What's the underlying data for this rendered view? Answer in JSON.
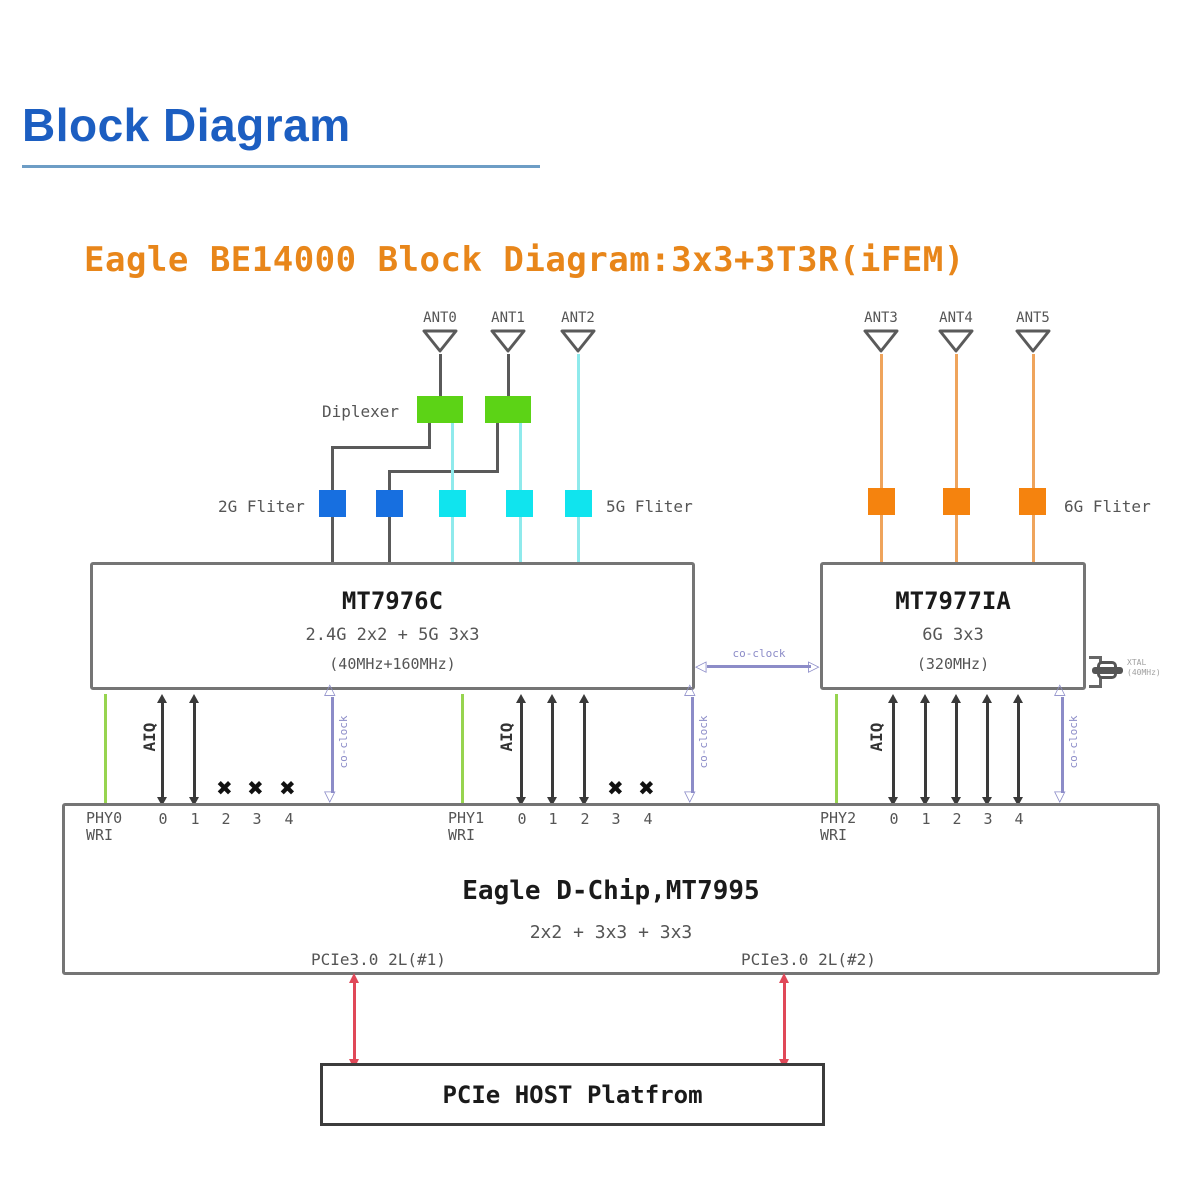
{
  "page": {
    "header": "Block Diagram",
    "subtitle": "Eagle BE14000 Block Diagram:3x3+3T3R(iFEM)"
  },
  "antennas": [
    {
      "label": "ANT0"
    },
    {
      "label": "ANT1"
    },
    {
      "label": "ANT2"
    },
    {
      "label": "ANT3"
    },
    {
      "label": "ANT4"
    },
    {
      "label": "ANT5"
    }
  ],
  "labels": {
    "diplexer": "Diplexer",
    "filter_2g": "2G Fliter",
    "filter_5g": "5G Fliter",
    "filter_6g": "6G Fliter",
    "aiq": "AIQ",
    "co_clock": "co-clock",
    "xtal_line1": "XTAL",
    "xtal_line2": "(40MHz)"
  },
  "chips": {
    "mt7976c": {
      "name": "MT7976C",
      "spec": "2.4G 2x2 + 5G 3x3",
      "bandwidth": "(40MHz+160MHz)"
    },
    "mt7977ia": {
      "name": "MT7977IA",
      "spec": "6G 3x3",
      "bandwidth": "(320MHz)"
    },
    "dchip": {
      "name": "Eagle D-Chip,MT7995",
      "spec": "2x2 + 3x3 + 3x3",
      "pcie1": "PCIe3.0 2L(#1)",
      "pcie2": "PCIe3.0 2L(#2)"
    },
    "host": {
      "name": "PCIe HOST Platfrom"
    }
  },
  "phy_groups": [
    {
      "name": "PHY0",
      "iface": "WRI",
      "ports": [
        "0",
        "1",
        "2",
        "3",
        "4"
      ]
    },
    {
      "name": "PHY1",
      "iface": "WRI",
      "ports": [
        "0",
        "1",
        "2",
        "3",
        "4"
      ]
    },
    {
      "name": "PHY2",
      "iface": "WRI",
      "ports": [
        "0",
        "1",
        "2",
        "3",
        "4"
      ]
    }
  ],
  "colors": {
    "header_blue": "#1c5ec1",
    "title_orange": "#e8861a",
    "diplexer_green": "#5cd316",
    "filter_2g_blue": "#176fe0",
    "filter_5g_cyan": "#10e4ee",
    "filter_6g_orange": "#f5830e",
    "line_cyan": "#8feaec",
    "line_orange": "#efa45c",
    "line_green": "#97d44f",
    "co_clock_purple": "#8c8cc8",
    "pcie_red": "#e04858",
    "line_dark": "#5a5a5a"
  }
}
